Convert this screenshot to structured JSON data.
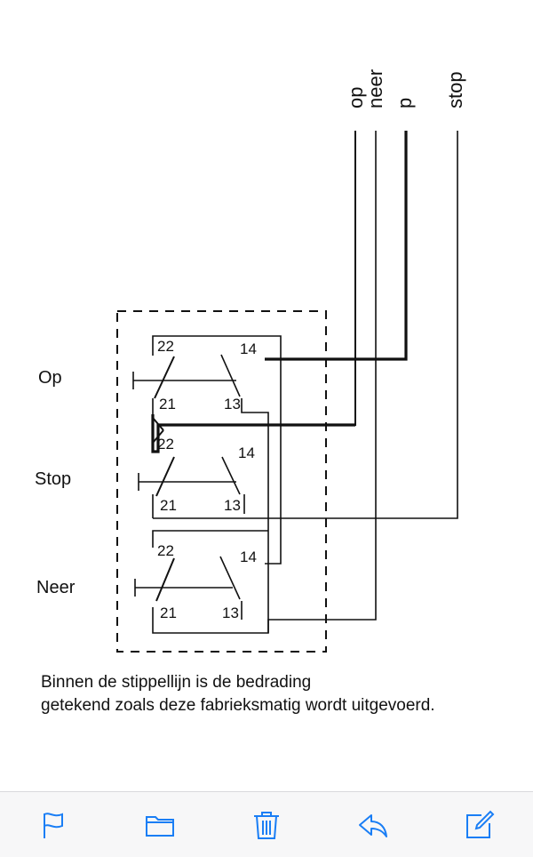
{
  "diagram": {
    "wire_labels": [
      "op",
      "neer",
      "p",
      "stop"
    ],
    "switch_labels": {
      "op": "Op",
      "stop": "Stop",
      "neer": "Neer"
    },
    "contact_numbers": {
      "c22": "22",
      "c21": "21",
      "c14": "14",
      "c13": "13"
    },
    "caption_line1": "Binnen de stippellijn is de bedrading",
    "caption_line2": "getekend zoals deze fabrieksmatig wordt uitgevoerd."
  },
  "toolbar": {
    "accent_color": "#1a7ef5",
    "buttons": [
      {
        "icon": "flag-icon",
        "label": "Flag"
      },
      {
        "icon": "folder-icon",
        "label": "Move"
      },
      {
        "icon": "trash-icon",
        "label": "Delete"
      },
      {
        "icon": "reply-icon",
        "label": "Reply"
      },
      {
        "icon": "compose-icon",
        "label": "Compose"
      }
    ]
  }
}
